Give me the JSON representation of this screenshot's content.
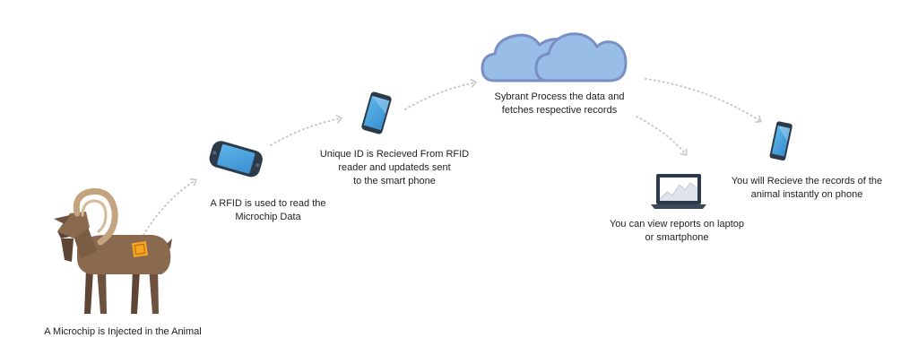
{
  "steps": {
    "animal": {
      "label": "A Microchip is Injected in the Animal",
      "icon": "goat-with-microchip-icon"
    },
    "reader": {
      "lines": [
        "A RFID is used to read the",
        "Microchip Data"
      ],
      "icon": "rfid-reader-icon"
    },
    "phone_receive": {
      "lines": [
        "Unique ID is Recieved From RFID",
        "reader and updateds sent",
        "to the smart phone"
      ],
      "icon": "smartphone-icon"
    },
    "cloud": {
      "lines": [
        "Sybrant Process the data and",
        "fetches respective records"
      ],
      "icon": "cloud-icon"
    },
    "laptop": {
      "lines": [
        "You can view reports on laptop",
        "or smartphone"
      ],
      "icon": "laptop-icon"
    },
    "phone_records": {
      "lines": [
        "You will Recieve the records of the",
        "animal instantly on phone"
      ],
      "icon": "smartphone-icon"
    }
  },
  "colors": {
    "goat_body": "#8a6a4e",
    "goat_dark": "#5e4534",
    "horn": "#c4a47f",
    "chip": "#f5a623",
    "cloud_fill": "#98bde6",
    "cloud_stroke": "#7a8fc4",
    "device_dark": "#2c3a4a",
    "screen": "#4fa8e0",
    "arrow": "#c8c8c8"
  }
}
